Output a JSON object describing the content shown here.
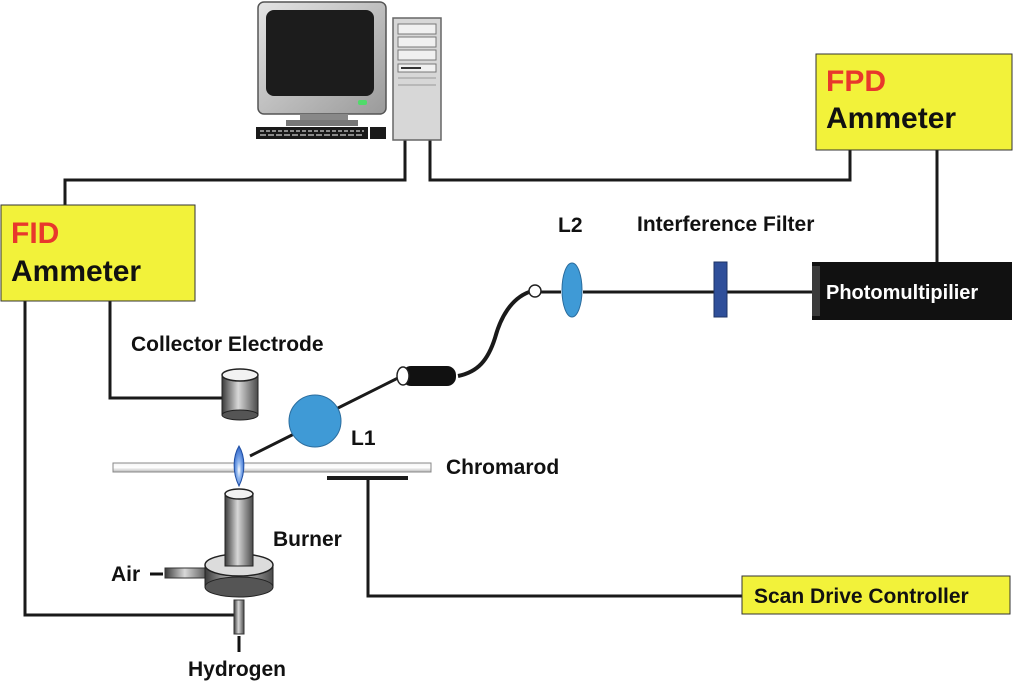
{
  "fid_box": {
    "title": "FID",
    "subtitle": "Ammeter"
  },
  "fpd_box": {
    "title": "FPD",
    "subtitle": "Ammeter"
  },
  "labels": {
    "l2": "L2",
    "interference_filter": "Interference Filter",
    "photomultiplier": "Photomultipilier",
    "collector_electrode": "Collector Electrode",
    "l1": "L1",
    "chromarod": "Chromarod",
    "burner": "Burner",
    "air": "Air",
    "hydrogen": "Hydrogen",
    "scan_drive_controller": "Scan Drive Controller"
  },
  "colors": {
    "box_fill": "#f2f23a",
    "title_red": "#e8382c",
    "lens_blue": "#3f9ad6",
    "filter_blue": "#2f4f9a",
    "flame_blue": "#2b63c9",
    "photomultiplier_black": "#111111"
  }
}
